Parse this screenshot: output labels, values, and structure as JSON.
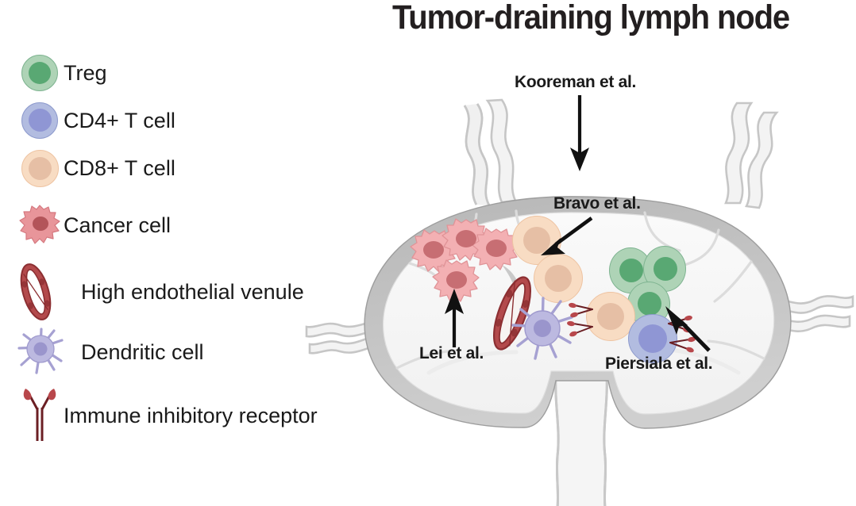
{
  "figure": {
    "title": "Tumor-draining lymph node"
  },
  "legend": {
    "items": [
      {
        "label": "Treg",
        "icon": "treg-cell-icon"
      },
      {
        "label": "CD4+ T cell",
        "icon": "cd4-t-cell-icon"
      },
      {
        "label": "CD8+ T cell",
        "icon": "cd8-t-cell-icon"
      },
      {
        "label": "Cancer cell",
        "icon": "cancer-cell-icon"
      },
      {
        "label": "High endothelial venule",
        "icon": "high-endothelial-venule-icon"
      },
      {
        "label": "Dendritic cell",
        "icon": "dendritic-cell-icon"
      },
      {
        "label": "Immune inhibitory receptor",
        "icon": "immune-inhibitory-receptor-icon"
      }
    ]
  },
  "annotations": [
    {
      "label": "Kooreman et al.",
      "arrow": "arrow-down"
    },
    {
      "label": "Bravo et al.",
      "arrow": "arrow-down-left"
    },
    {
      "label": "Lei et al.",
      "arrow": "arrow-up"
    },
    {
      "label": "Piersiala et al.",
      "arrow": "arrow-up-left"
    }
  ],
  "colors": {
    "treg_body": "#aed3b6",
    "treg_nucleus": "#59a873",
    "cd4_body": "#b2bce0",
    "cd4_nucleus": "#8f96d4",
    "cd8_body": "#f8dcc3",
    "cd8_nucleus": "#e6bfa5",
    "cancer_body": "#f2a9ac",
    "cancer_nucleus": "#c9666c",
    "venule": "#a8383c",
    "dendritic_body": "#bcb9e0",
    "dendritic_nucleus": "#9a95cc",
    "receptor": "#a8383c",
    "capsule": "#b0b0b0",
    "node_interior": "#f4f4f4",
    "text": "#1a1a1a"
  }
}
